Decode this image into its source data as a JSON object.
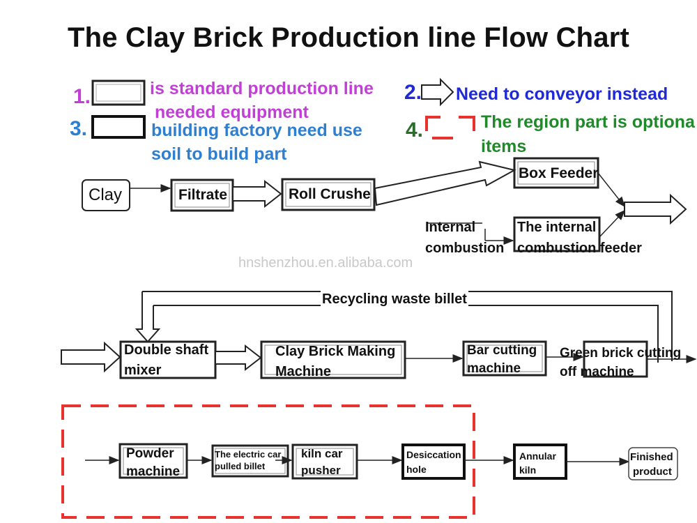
{
  "title": "The Clay Brick Production line Flow Chart",
  "legend": {
    "item1": {
      "number": "1.",
      "text_line1": "is standard production line",
      "text_line2": "needed equipment",
      "color": "#c23fd6"
    },
    "item2": {
      "number": "2.",
      "text": "Need to conveyor instead",
      "color": "#1f2ad6"
    },
    "item3": {
      "number": "3.",
      "text_line1": "building factory need use",
      "text_line2": "soil to build part",
      "color": "#2f7fd0"
    },
    "item4": {
      "number": "4.",
      "text_line1": "The region part is optiona",
      "text_line2": "items",
      "color": "#1f8a2a",
      "number_color": "#2a6e2a"
    }
  },
  "nodes": {
    "clay": "Clay",
    "filtrate": "Filtrate",
    "roll_crusher": "Roll Crushe",
    "box_feeder": "Box Feeder",
    "internal_line1": "Internal",
    "internal_line2": "combustion",
    "internal_feeder_line1": "The internal",
    "internal_feeder_line2": "combustion feeder",
    "recycling": "Recycling waste billet",
    "double_shaft_line1": "Double shaft",
    "double_shaft_line2": "mixer",
    "brick_machine_line1": "Clay Brick Making",
    "brick_machine_line2": "Machine",
    "bar_cutting_line1": "Bar cutting",
    "bar_cutting_line2": "machine",
    "green_brick_line1": "Green brick cutting",
    "green_brick_line2": "off machine",
    "powder_line1": "Powder",
    "powder_line2": "machine",
    "electric_car_line1": "The electric car",
    "electric_car_line2": "pulled billet",
    "kiln_pusher_line1": "kiln car",
    "kiln_pusher_line2": "pusher",
    "desiccation_line1": "Desiccation",
    "desiccation_line2": "hole",
    "annular_line1": "Annular",
    "annular_line2": "kiln",
    "finished_line1": "Finished",
    "finished_line2": "product"
  },
  "watermark": "hnshenzhou.en.alibaba.com",
  "colors": {
    "optional_region": "#e8322d",
    "line": "#222222"
  }
}
